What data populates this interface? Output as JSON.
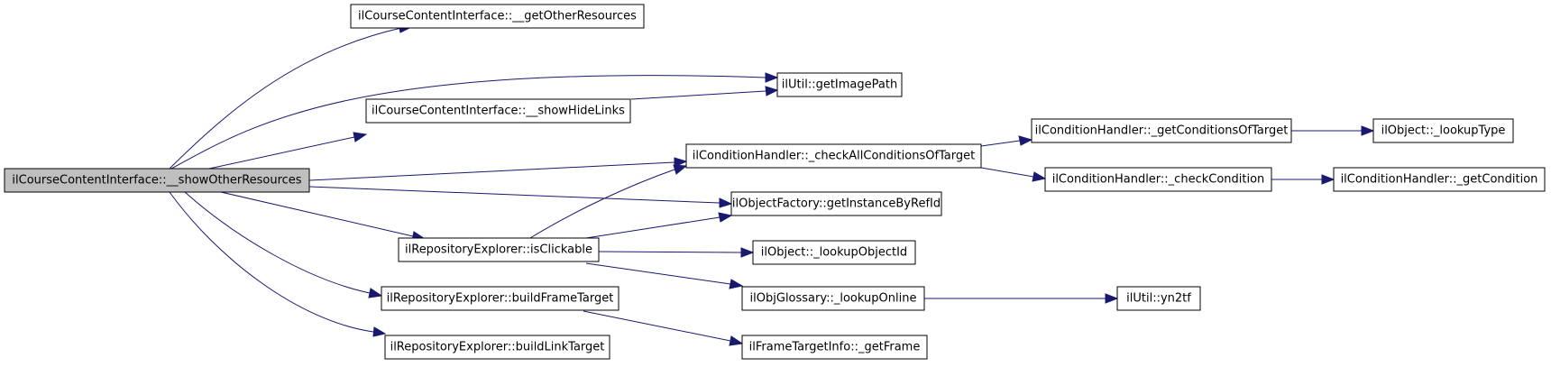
{
  "graph": {
    "colors": {
      "edge": "#191970",
      "root_fill": "#bfbfbf",
      "node_fill": "#ffffff",
      "node_border": "#000000"
    },
    "nodes": {
      "root": "ilCourseContentInterface::__showOtherResources",
      "get_other_resources": "ilCourseContentInterface::__getOtherResources",
      "get_image_path": "ilUtil::getImagePath",
      "show_hide_links": "ilCourseContentInterface::__showHideLinks",
      "check_all_conditions": "ilConditionHandler::_checkAllConditionsOfTarget",
      "get_conditions_of_target": "ilConditionHandler::_getConditionsOfTarget",
      "lookup_type": "ilObject::_lookupType",
      "check_condition": "ilConditionHandler::_checkCondition",
      "get_condition": "ilConditionHandler::_getCondition",
      "get_instance_by_ref_id": "ilObjectFactory::getInstanceByRefId",
      "is_clickable": "ilRepositoryExplorer::isClickable",
      "lookup_object_id": "ilObject::_lookupObjectId",
      "build_frame_target": "ilRepositoryExplorer::buildFrameTarget",
      "lookup_online": "ilObjGlossary::_lookupOnline",
      "yn2tf": "ilUtil::yn2tf",
      "build_link_target": "ilRepositoryExplorer::buildLinkTarget",
      "get_frame": "ilFrameTargetInfo::_getFrame"
    }
  }
}
